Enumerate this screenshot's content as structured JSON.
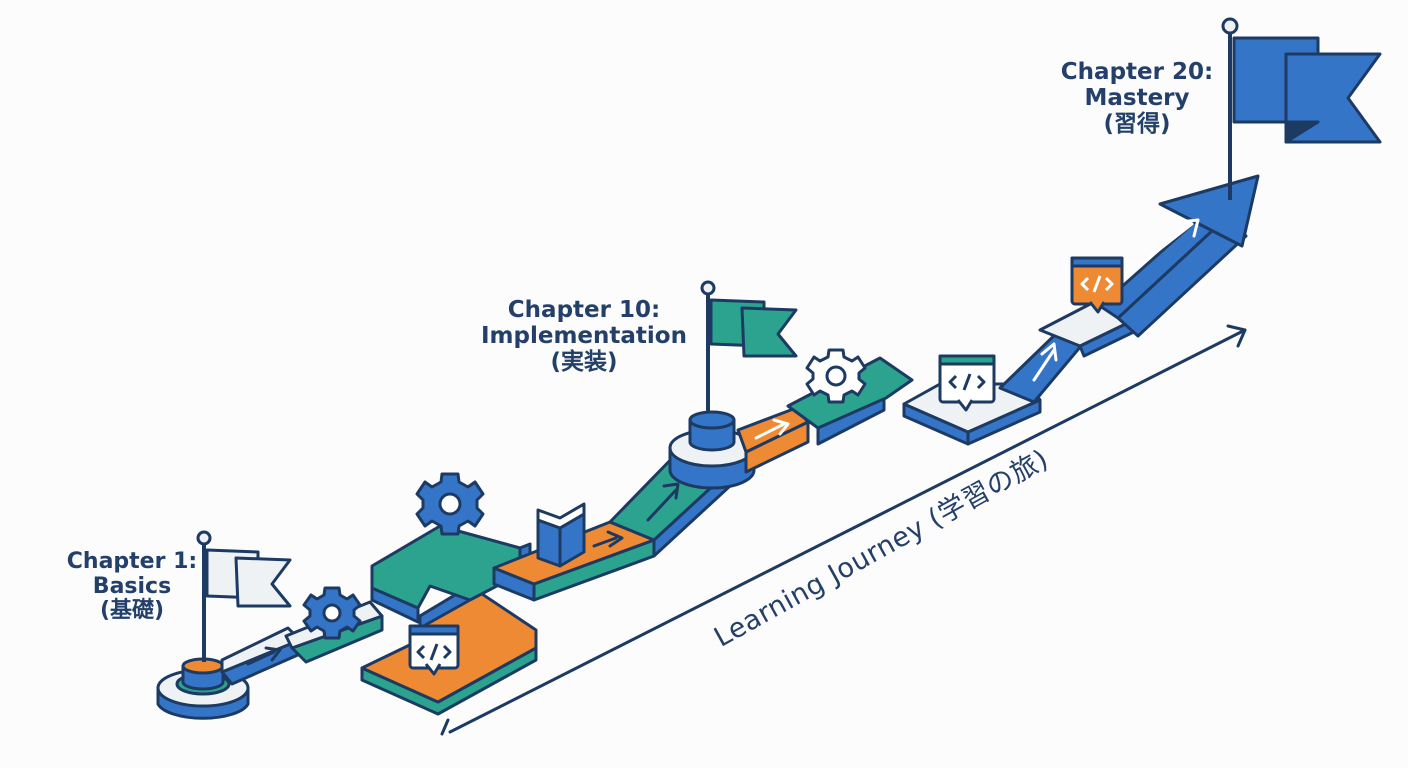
{
  "milestones": {
    "start": {
      "line1": "Chapter 1:",
      "line2": "Basics",
      "line3": "(基礎)"
    },
    "middle": {
      "line1": "Chapter 10:",
      "line2": "Implementation",
      "line3": "(実装)"
    },
    "end": {
      "line1": "Chapter 20:",
      "line2": "Mastery",
      "line3": "(習得)"
    }
  },
  "journey_label": "Learning Journey (学習の旅)",
  "icons": [
    "gear-icon",
    "code-window-icon",
    "open-book-icon",
    "arrow-icon",
    "flag-icon"
  ],
  "colors": {
    "outline": "#1d3a63",
    "blue": "#3575c8",
    "teal": "#2ba38f",
    "orange": "#ef8a34",
    "light": "#eef2f4",
    "text": "#24406a"
  }
}
